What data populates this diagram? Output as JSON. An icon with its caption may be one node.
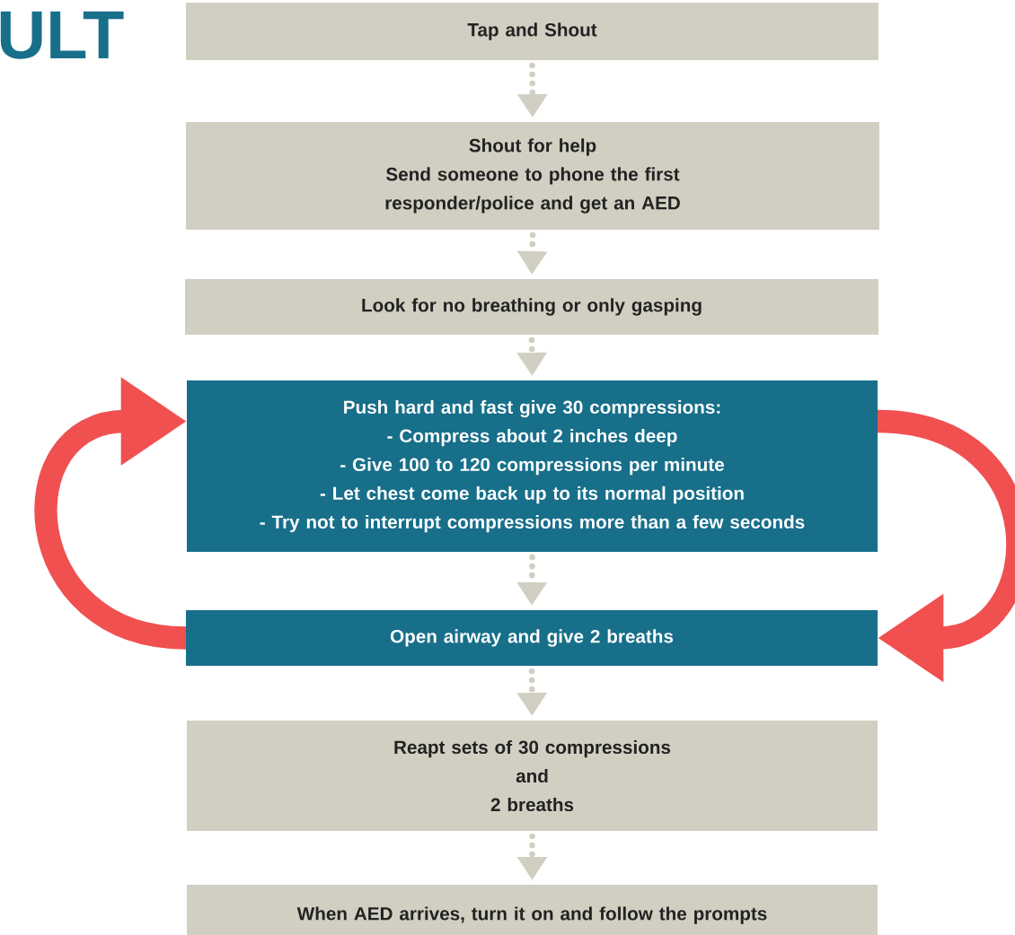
{
  "diagram": {
    "title": "ULT",
    "nodes": [
      {
        "text": [
          "Tap and Shout"
        ]
      },
      {
        "text": [
          "Shout for help",
          "Send someone to phone the first responder/police and get an AED"
        ]
      },
      {
        "text": [
          "Look for no breathing or only gasping"
        ]
      },
      {
        "text": [
          "Push hard and fast give 30 compressions:",
          "- Compress about 2 inches deep",
          "- Give 100 to 120 compressions per minute",
          "- Let chest come back up to its normal position",
          "- Try not to interrupt compressions more than a few seconds"
        ]
      },
      {
        "text": [
          "Open airway and give 2 breaths"
        ]
      },
      {
        "text": [
          "Reapt sets of 30 compressions",
          "and",
          "2 breaths"
        ]
      },
      {
        "text": [
          "When AED arrives, turn it on and follow the prompts"
        ]
      }
    ],
    "edges": [
      {
        "from": 0,
        "to": 1,
        "arrow": "to",
        "style": "dashed"
      },
      {
        "from": 1,
        "to": 2,
        "arrow": "to",
        "style": "dashed"
      },
      {
        "from": 2,
        "to": 3,
        "arrow": "to",
        "style": "dashed"
      },
      {
        "from": 3,
        "to": 4,
        "arrow": "to",
        "style": "dashed"
      },
      {
        "from": 4,
        "to": 5,
        "arrow": "to",
        "style": "dashed"
      },
      {
        "from": 5,
        "to": 6,
        "arrow": "to",
        "style": "dashed"
      },
      {
        "from": 4,
        "to": 3,
        "arrow": "to",
        "style": "thick",
        "color": "#f05050"
      },
      {
        "from": 3,
        "to": 4,
        "arrow": "to",
        "style": "thick",
        "color": "#f05050"
      }
    ]
  }
}
